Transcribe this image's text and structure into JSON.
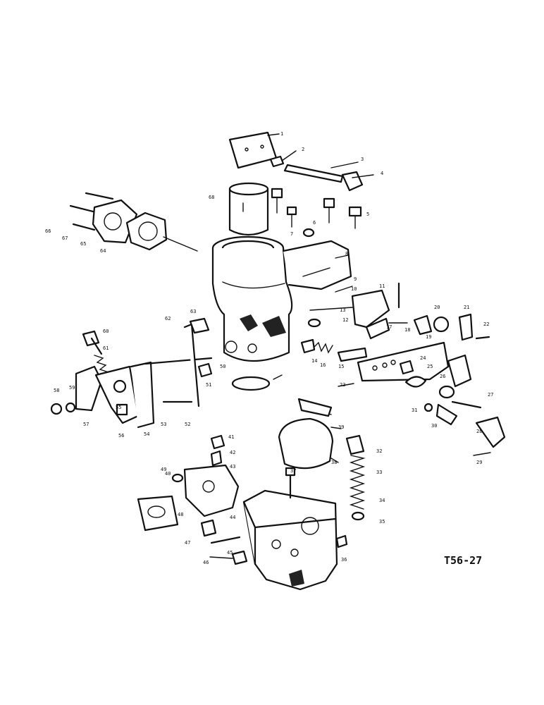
{
  "figure_id": "T56-27",
  "callouts": [
    "1",
    "2",
    "3",
    "4",
    "5",
    "6",
    "7",
    "8",
    "9",
    "10",
    "11",
    "12",
    "13",
    "14",
    "15",
    "16",
    "17",
    "18",
    "19",
    "20",
    "21",
    "22",
    "23",
    "24",
    "25",
    "26",
    "27",
    "28",
    "29",
    "30",
    "31",
    "32",
    "33",
    "34",
    "35",
    "36",
    "37",
    "38",
    "39",
    "40",
    "41",
    "42",
    "43",
    "44",
    "45",
    "46",
    "47",
    "48",
    "49",
    "50",
    "51",
    "52",
    "53",
    "54",
    "55",
    "56",
    "57",
    "58",
    "59",
    "60",
    "61",
    "62",
    "63",
    "64",
    "65",
    "66",
    "67",
    "68"
  ]
}
